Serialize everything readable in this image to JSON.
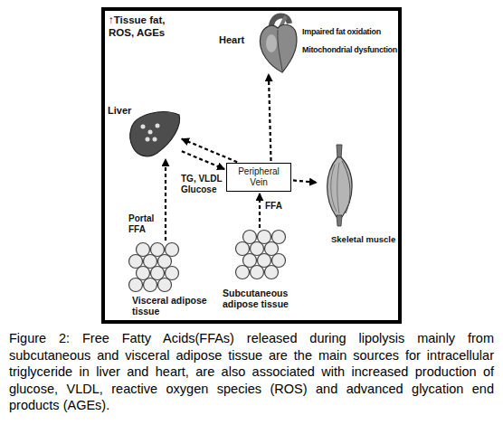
{
  "diagram": {
    "caption": "Figure 2: Free Fatty Acids(FFAs) released during lipolysis mainly from subcutaneous and visceral adipose tissue are the main sources for intracellular triglyceride in liver and heart, are also associated with increased production of glucose, VLDL, reactive oxygen species (ROS) and advanced glycation end products (AGEs).",
    "nodes": [
      {
        "text": [
          "Heart"
        ]
      },
      {
        "text": [
          "Liver"
        ]
      },
      {
        "text": [
          "Peripheral Vein"
        ]
      },
      {
        "text": [
          "Skeletal muscle"
        ]
      },
      {
        "text": [
          "Visceral adipose tissue"
        ]
      },
      {
        "text": [
          "Subcutaneous adipose tissue"
        ]
      }
    ],
    "edges": [
      {
        "from": 4,
        "to": 1,
        "arrow": "to",
        "label": "Portal FFA"
      },
      {
        "from": 5,
        "to": 2,
        "arrow": "to",
        "label": "FFA"
      },
      {
        "from": 2,
        "to": 1,
        "arrow": "to"
      },
      {
        "from": 1,
        "to": 2,
        "arrow": "to",
        "label": "TG, VLDL Glucose"
      },
      {
        "from": 2,
        "to": 0,
        "arrow": "to"
      },
      {
        "from": 2,
        "to": 3,
        "arrow": "to"
      }
    ],
    "labels": [
      "↑Tissue fat, ROS, AGEs",
      "Impaired fat oxidation",
      "Mitochondrial dysfunction"
    ]
  }
}
